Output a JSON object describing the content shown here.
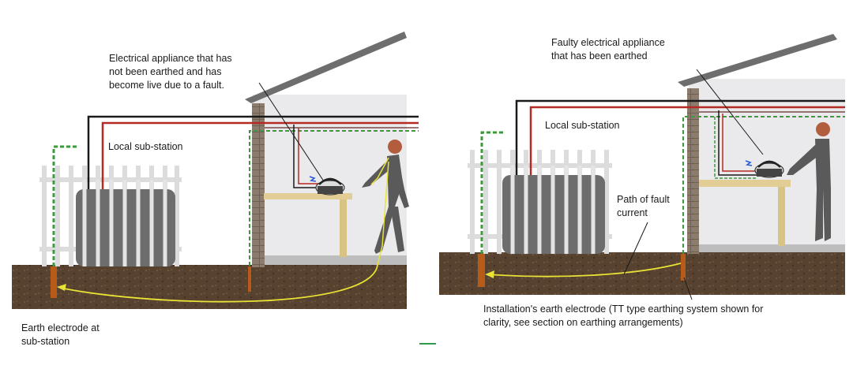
{
  "left_panel": {
    "appliance_label": "Electrical appliance that has\nnot been earthed and has\nbecome live due to a fault.",
    "substation_label": "Local sub-station",
    "electrode_label": "Earth electrode at\nsub-station"
  },
  "right_panel": {
    "appliance_label": "Faulty electrical appliance\nthat has been earthed",
    "substation_label": "Local sub-station",
    "fault_path_label": "Path of fault\ncurrent",
    "electrode_label": "Installation's earth electrode (TT type earthing system shown for\nclarity, see section on earthing arrangements)"
  },
  "colors": {
    "soil": "#5a4535",
    "wall": "#eaeaec",
    "roof": "#6e6e6e",
    "fence": "#e4e4e4",
    "transformer": "#6d6d6d",
    "brick": "#8c7c6e",
    "table": "#e2ce94",
    "electrode": "#b85a18",
    "fault_path": "#e9e335",
    "wire_black": "#1a1a1a",
    "wire_red": "#b52a22",
    "earth_green": "#3d9a3d"
  }
}
